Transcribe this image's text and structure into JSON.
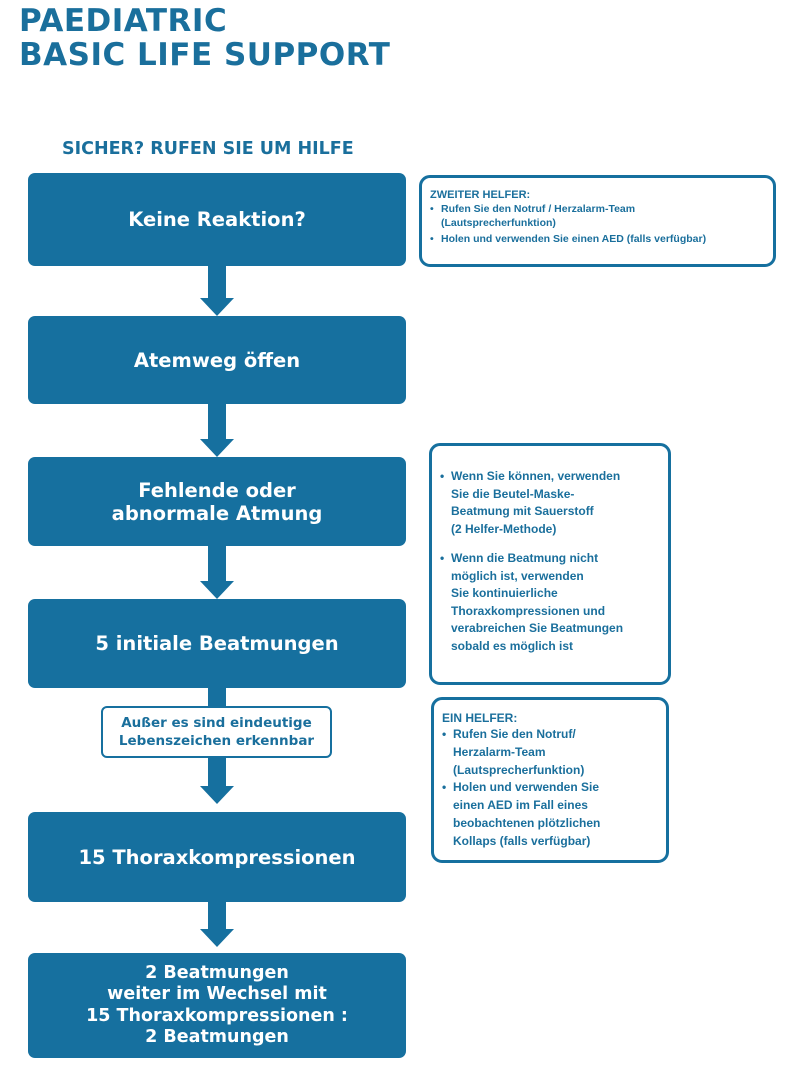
{
  "title": [
    "PAEDIATRIC",
    "BASIC LIFE SUPPORT"
  ],
  "subtitle": "SICHER? RUFEN SIE UM HILFE",
  "steps": [
    {
      "lines": [
        "Keine Reaktion?"
      ]
    },
    {
      "lines": [
        "Atemweg öffen"
      ]
    },
    {
      "lines": [
        "Fehlende oder",
        "abnormale Atmung"
      ]
    },
    {
      "lines": [
        "5 initiale Beatmungen"
      ]
    },
    {
      "lines": [
        "15 Thoraxkompressionen"
      ]
    },
    {
      "lines": [
        "2 Beatmungen",
        "weiter im Wechsel mit",
        "15 Thoraxkompressionen :",
        "2 Beatmungen"
      ]
    }
  ],
  "condition": [
    "Außer es sind eindeutige",
    "Lebenszeichen erkennbar"
  ],
  "notes": {
    "zweiter_helfer": {
      "heading": "ZWEITER HELFER:",
      "items": [
        [
          "Rufen Sie den Notruf / Herzalarm-Team",
          "(Lautsprecherfunktion)"
        ],
        [
          "Holen und verwenden Sie einen AED (falls verfügbar)"
        ]
      ]
    },
    "beatmung": {
      "items": [
        [
          "Wenn Sie können, verwenden",
          "Sie die Beutel-Maske-",
          "Beatmung mit Sauerstoff",
          "(2 Helfer-Methode)"
        ],
        [
          "Wenn die Beatmung nicht",
          "möglich ist, verwenden",
          "Sie kontinuierliche",
          "Thoraxkompressionen und",
          "verabreichen Sie Beatmungen",
          "sobald es möglich ist"
        ]
      ]
    },
    "ein_helfer": {
      "heading": "EIN HELFER:",
      "items": [
        [
          "Rufen Sie den Notruf/",
          "Herzalarm-Team",
          "(Lautsprecherfunktion)"
        ],
        [
          "Holen und verwenden Sie",
          "einen AED im Fall eines",
          "beobachtenen plötzlichen",
          "Kollaps (falls verfügbar)"
        ]
      ]
    }
  },
  "colors": {
    "primary": "#16709f",
    "text": "#1a6f9c",
    "background": "#ffffff"
  }
}
